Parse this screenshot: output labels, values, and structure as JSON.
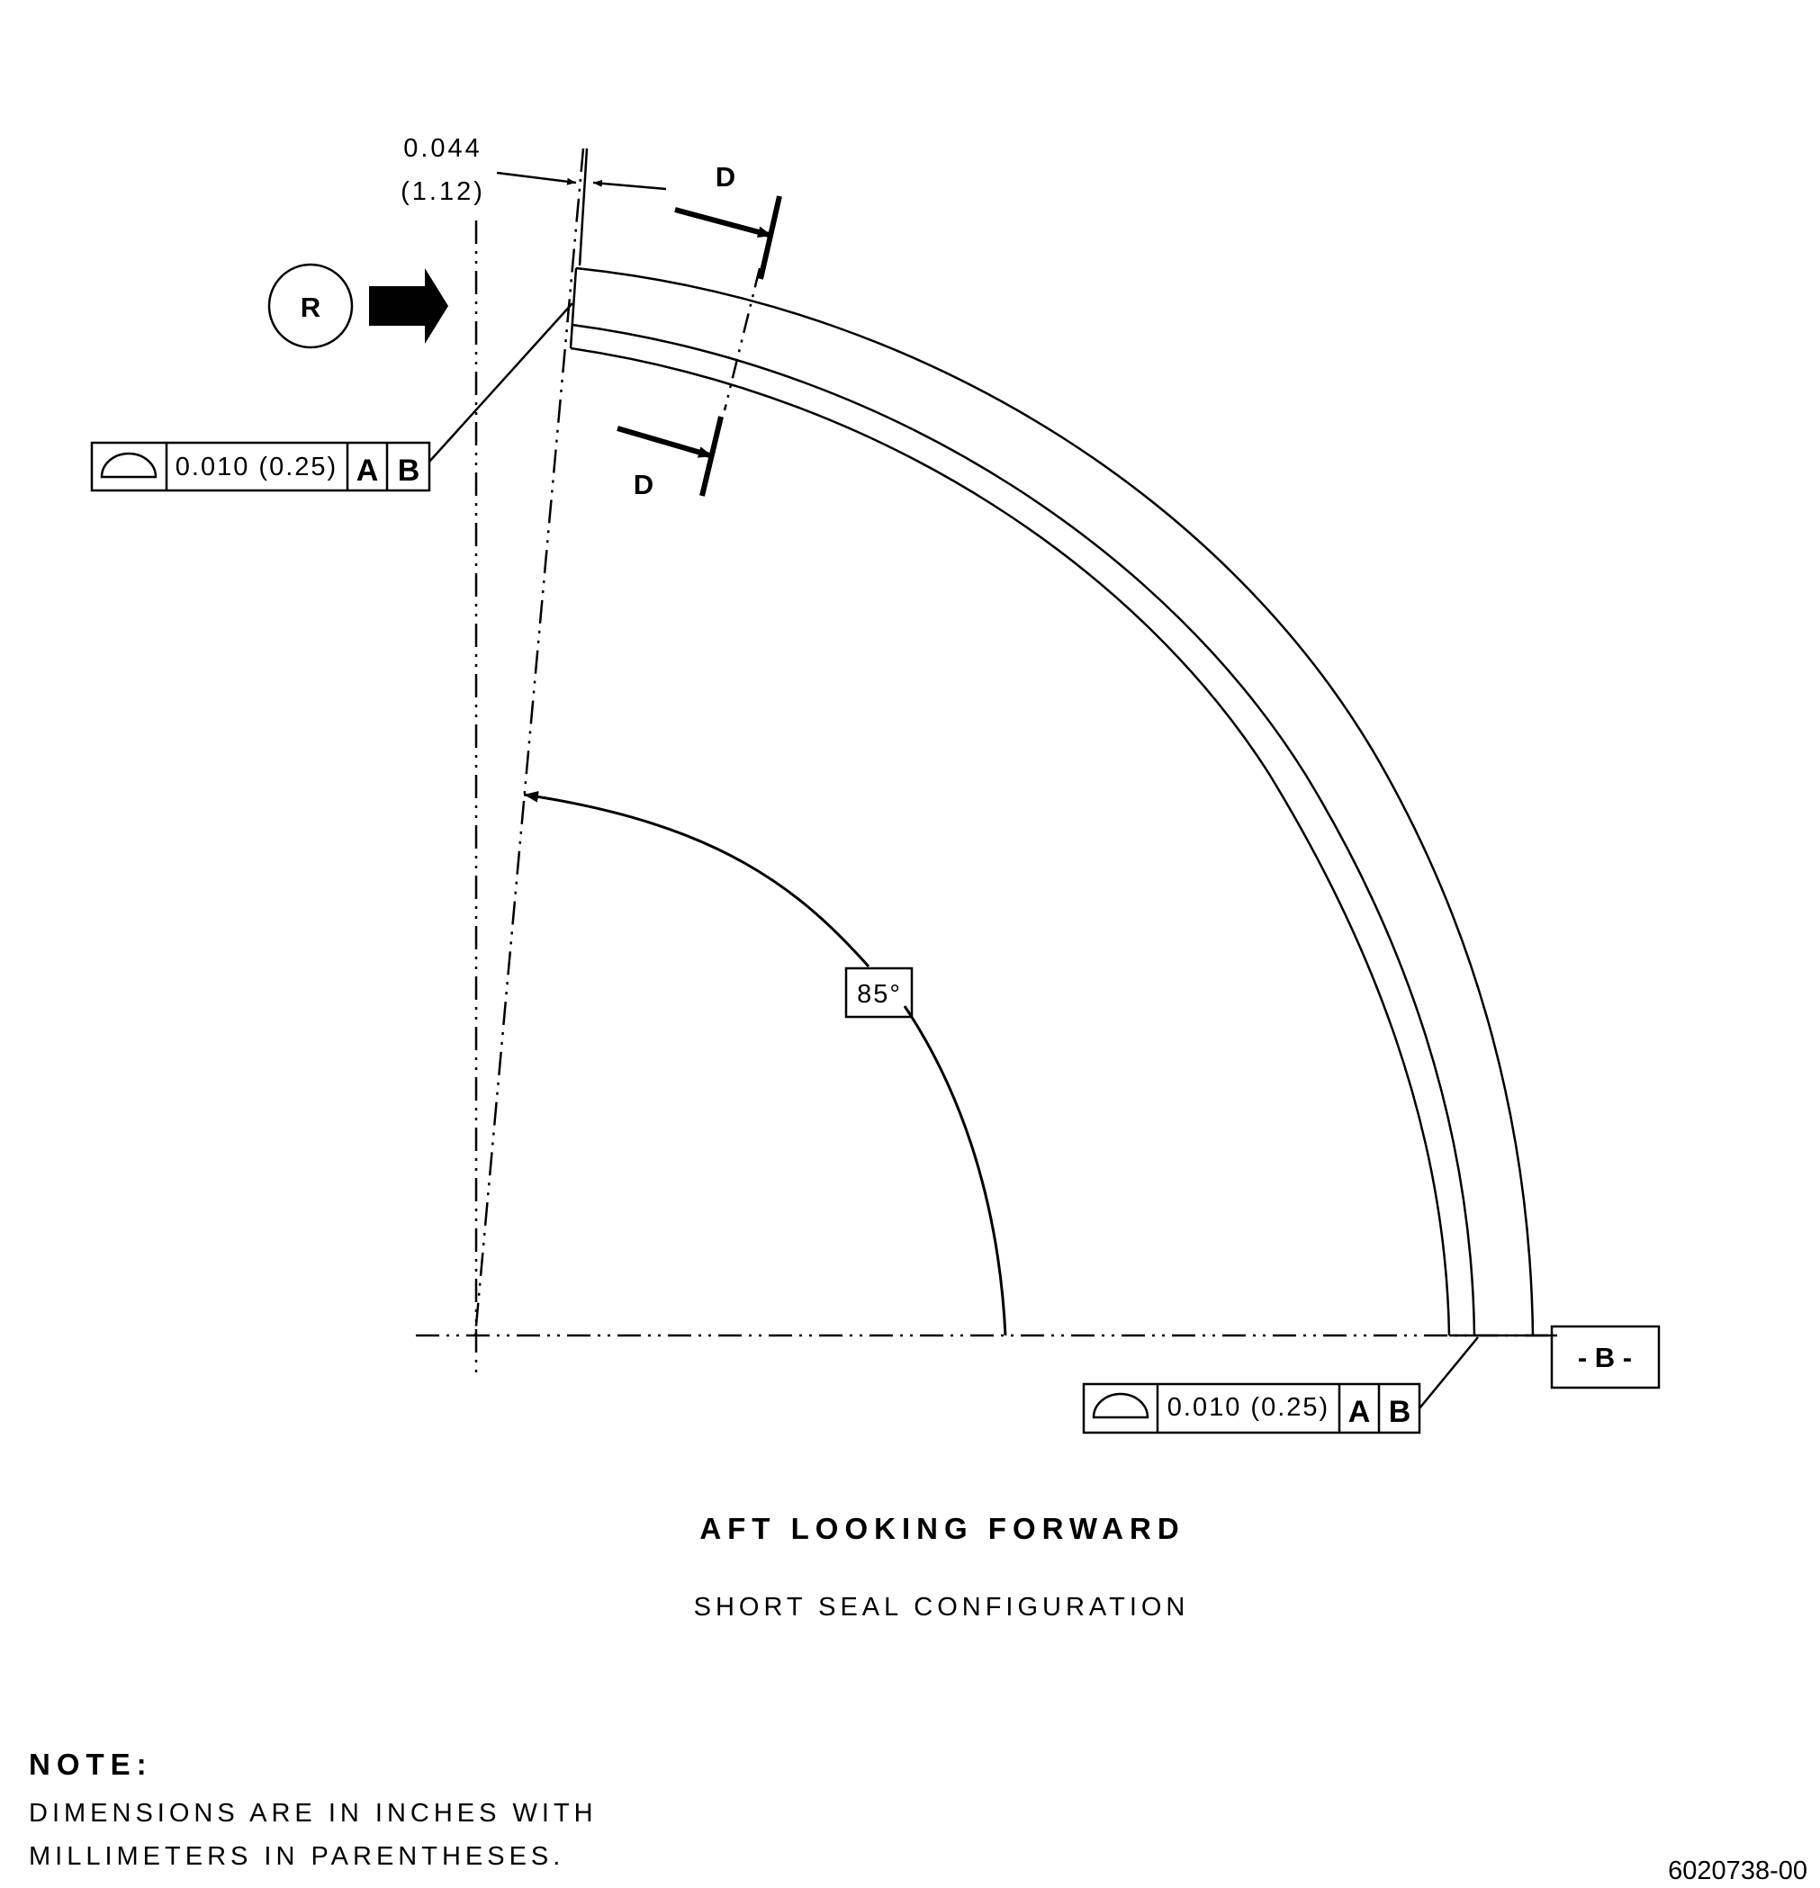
{
  "dimension_top": {
    "inches": "0.044",
    "mm": "(1.12)"
  },
  "view_letter": "R",
  "section_label_upper": "D",
  "section_label_lower": "D",
  "fcf_top": {
    "tolerance": "0.010 (0.25)",
    "datum_1": "A",
    "datum_2": "B"
  },
  "fcf_bottom": {
    "tolerance": "0.010 (0.25)",
    "datum_1": "A",
    "datum_2": "B"
  },
  "angle_label": "85°",
  "datum_label": "- B -",
  "view_title": "AFT LOOKING FORWARD",
  "view_subtitle": "SHORT SEAL CONFIGURATION",
  "note": {
    "heading": "NOTE:",
    "line1": "DIMENSIONS ARE IN INCHES WITH",
    "line2": "MILLIMETERS IN PARENTHESES."
  },
  "drawing_number": "6020738-00"
}
